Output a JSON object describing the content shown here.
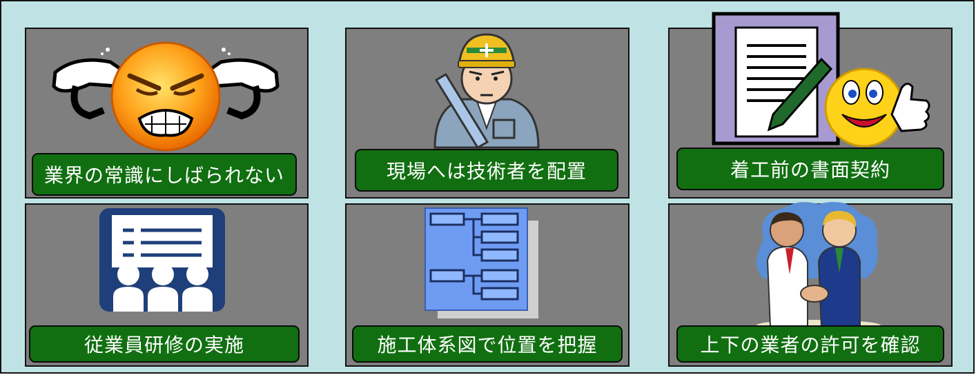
{
  "cards": [
    {
      "label": "業界の常識にしばられない",
      "icon": "angry-face-covering-ears-icon"
    },
    {
      "label": "現場へは技術者を配置",
      "icon": "construction-engineer-icon"
    },
    {
      "label": "着工前の書面契約",
      "icon": "contract-and-thumbs-up-icon"
    },
    {
      "label": "従業員研修の実施",
      "icon": "training-audience-icon"
    },
    {
      "label": "施工体系図で位置を把握",
      "icon": "hierarchy-chart-icon"
    },
    {
      "label": "上下の業者の許可を確認",
      "icon": "handshake-icon"
    }
  ],
  "colors": {
    "background": "#bfe3e4",
    "card": "#7f7f7f",
    "label": "#116f11",
    "label_text": "#ffffff"
  }
}
